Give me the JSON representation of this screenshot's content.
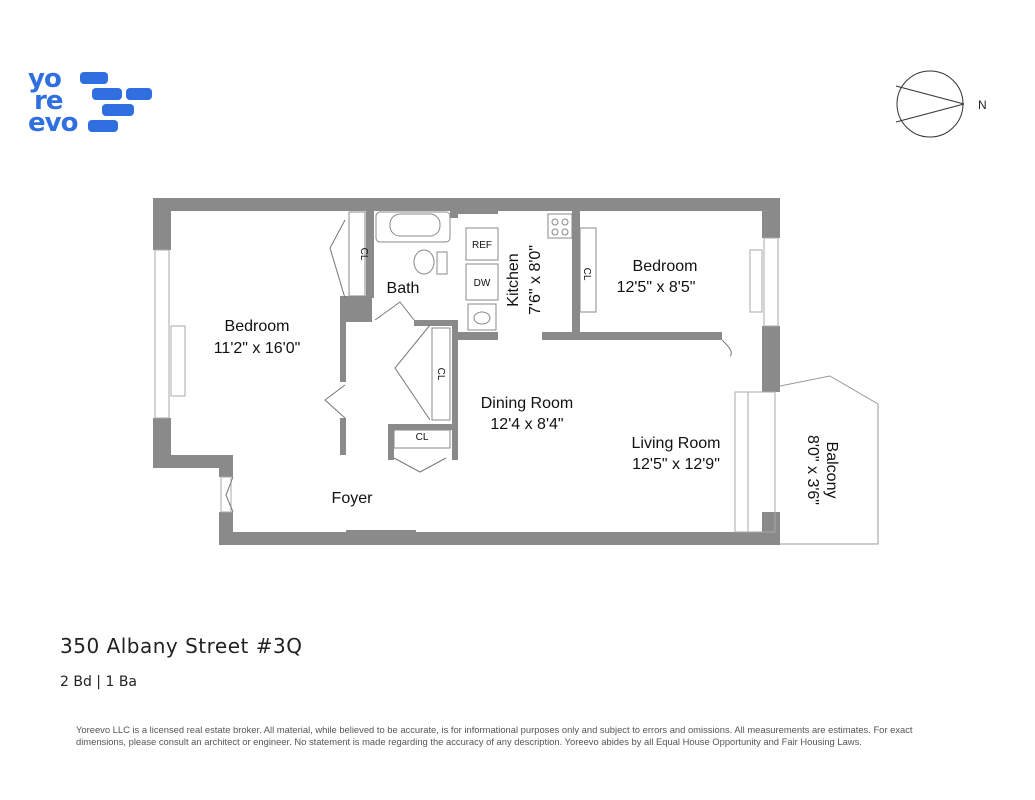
{
  "logo": {
    "line1": "yo",
    "line2": "re",
    "line3": "evo"
  },
  "compass": {
    "label": "N"
  },
  "rooms": {
    "bedroom_left": {
      "name": "Bedroom",
      "dims": "11'2\" x 16'0\""
    },
    "bath": {
      "name": "Bath"
    },
    "kitchen": {
      "name": "Kitchen",
      "dims": "7'6\" x 8'0\""
    },
    "bedroom_right": {
      "name": "Bedroom",
      "dims": "12'5\" x 8'5\""
    },
    "dining": {
      "name": "Dining Room",
      "dims": "12'4 x 8'4\""
    },
    "living": {
      "name": "Living Room",
      "dims": "12'5\" x 12'9\""
    },
    "balcony": {
      "name": "Balcony",
      "dims": "8'0\" x 3'6\""
    },
    "foyer": {
      "name": "Foyer"
    }
  },
  "fixtures": {
    "closet": "CL",
    "refrigerator": "REF",
    "dishwasher": "DW"
  },
  "listing": {
    "address": "350 Albany Street #3Q",
    "beds_baths": "2 Bd | 1 Ba"
  },
  "disclaimer": "Yoreevo LLC is a licensed real estate broker. All material, while believed to be accurate, is for informational purposes only and subject to errors and omissions. All measurements are estimates. For exact dimensions, please consult an architect or engineer. No statement is made regarding the accuracy of any description. Yoreevo abides by all Equal House Opportunity and Fair Housing Laws."
}
